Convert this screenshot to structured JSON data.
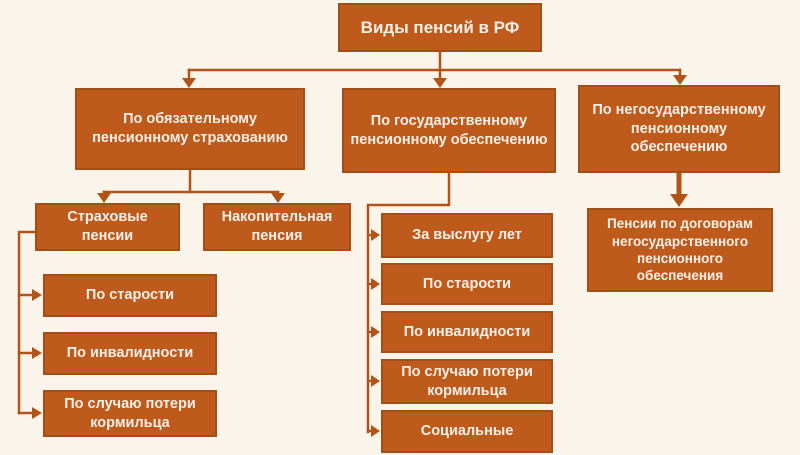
{
  "palette": {
    "box_fill": "#BE5A1C",
    "box_border": "#A24E14",
    "connector": "#B25318",
    "text": "#F7F0E7",
    "background": "#FAF4EB"
  },
  "root": {
    "label": "Виды пенсий в РФ"
  },
  "branch_mandatory": {
    "label": "По обязательному пенсионному страхованию",
    "insurance": {
      "label": "Страховые пенсии",
      "types": [
        "По старости",
        "По инвалидности",
        "По случаю потери кормильца"
      ]
    },
    "funded": {
      "label": "Накопительная пенсия"
    }
  },
  "branch_state": {
    "label": "По государственному пенсионному обеспечению",
    "types": [
      "За выслугу лет",
      "По старости",
      "По инвалидности",
      "По случаю потери кормильца",
      "Социальные"
    ]
  },
  "branch_nonstate": {
    "label": "По негосударственному пенсионному обеспечению",
    "contract": {
      "label": "Пенсии по договорам негосударственного пенсионного обеспечения"
    }
  }
}
